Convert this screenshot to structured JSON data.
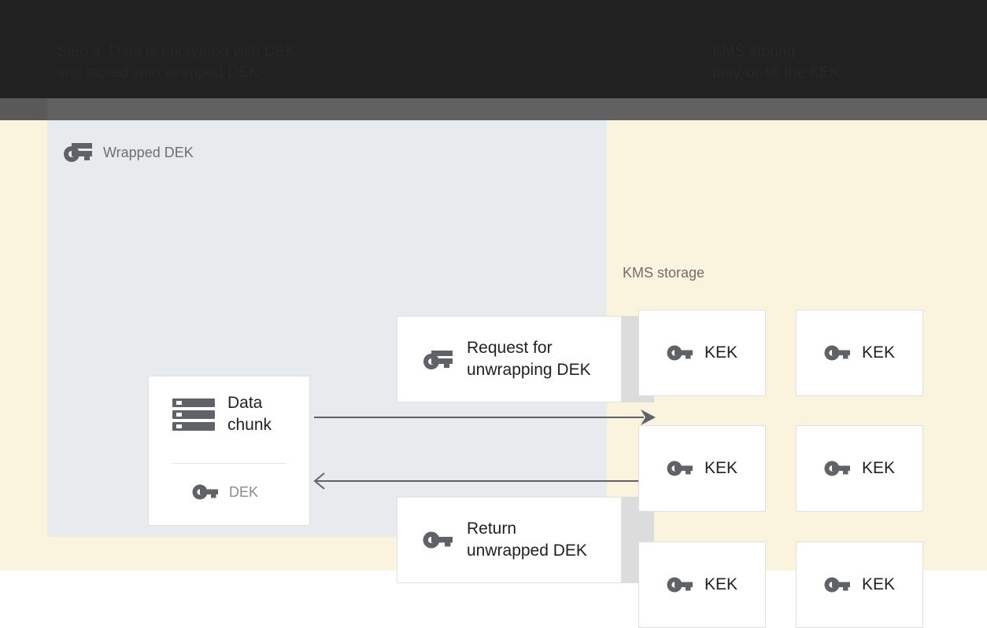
{
  "header": {
    "title_lines": [
      "Step 4: Data is encrypted with DEK",
      "and stored with wrapped DEK"
    ],
    "right_lines": [
      "KMS storing",
      "may-or-fill the KEK"
    ]
  },
  "left_panel": {
    "title": "Wrapped DEK",
    "title_icon": "key-wrapped-icon",
    "data_chunk": {
      "icon": "storage-stack-icon",
      "label": "Data\nchunk",
      "dek_icon": "key-icon",
      "dek_label": "DEK"
    },
    "messages": [
      {
        "icon": "key-wrapped-icon",
        "label": "Request for\nunwrapping DEK"
      },
      {
        "icon": "key-icon",
        "label": "Return\nunwrapped DEK"
      }
    ],
    "arrows": [
      {
        "name": "arrow-to-kms",
        "direction": "right"
      },
      {
        "name": "arrow-from-kms",
        "direction": "left"
      }
    ]
  },
  "right_panel": {
    "title": "KMS storage",
    "keys": [
      {
        "icon": "key-icon",
        "label": "KEK"
      },
      {
        "icon": "key-icon",
        "label": "KEK"
      },
      {
        "icon": "key-icon",
        "label": "KEK"
      },
      {
        "icon": "key-icon",
        "label": "KEK"
      },
      {
        "icon": "key-icon",
        "label": "KEK"
      },
      {
        "icon": "key-icon",
        "label": "KEK"
      }
    ]
  },
  "colors": {
    "top_band": "#212121",
    "gray_band": "#616161",
    "canvas_cream": "#faf3de",
    "left_panel": "#e8ebed",
    "card_shadow": "#dcdcdc",
    "card_white": "#ffffff",
    "icon_gray": "#5f6368",
    "muted_text": "#6e6e6e",
    "body_text": "#202124"
  }
}
